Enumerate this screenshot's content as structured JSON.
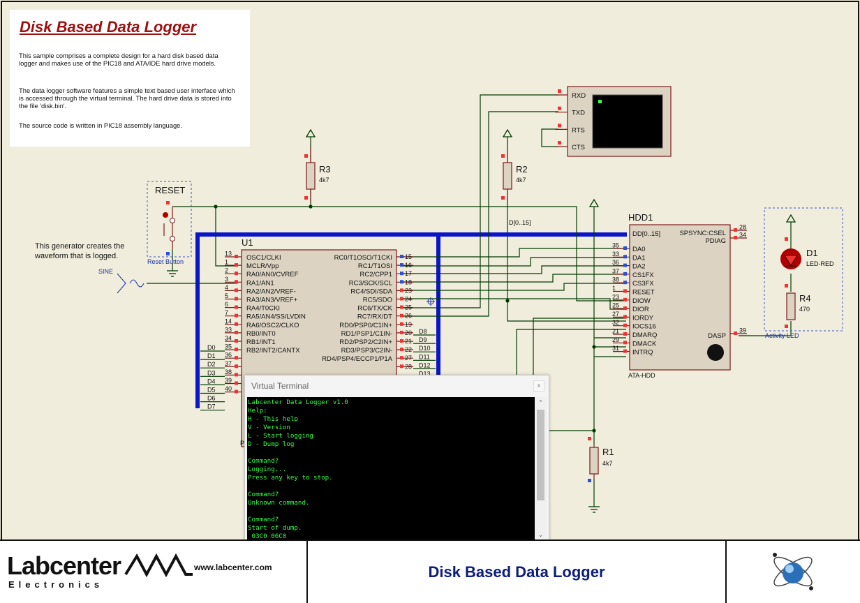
{
  "note": {
    "title": "Disk Based Data Logger",
    "para1": "This sample comprises a complete design for a hard disk based data logger and makes use of the PIC18 and ATA/IDE hard drive models.",
    "para2": "The data logger software features a simple text based user interface which is accessed through the virtual terminal. The hard drive data is stored into the file 'disk.bin'.",
    "para3": "The source code is written in PIC18 assembly language."
  },
  "components": {
    "u1": "U1",
    "hdd1": "HDD1",
    "hdd_type": "ATA-HDD",
    "r1": "R1",
    "r1_val": "4k7",
    "r2": "R2",
    "r2_val": "4k7",
    "r3": "R3",
    "r3_val": "4k7",
    "r4": "R4",
    "r4_val": "470",
    "d1": "D1",
    "d1_val": "LED-RED",
    "reset": "RESET",
    "reset_caption": "Reset Button",
    "activity_caption": "Activity LED",
    "bus_label": "D[0..15]",
    "sine": "SINE",
    "gen_note_1": "This generator creates the",
    "gen_note_2": "waveform that is logged."
  },
  "u1_left_pins": [
    {
      "num": "13",
      "name": "OSC1/CLKI"
    },
    {
      "num": "1",
      "name": "MCLR/Vpp"
    },
    {
      "num": "2",
      "name": "RA0/AN0/CVREF"
    },
    {
      "num": "3",
      "name": "RA1/AN1"
    },
    {
      "num": "4",
      "name": "RA2/AN2/VREF-"
    },
    {
      "num": "5",
      "name": "RA3/AN3/VREF+"
    },
    {
      "num": "6",
      "name": "RA4/T0CKI"
    },
    {
      "num": "7",
      "name": "RA5/AN4/SS/LVDIN"
    },
    {
      "num": "14",
      "name": "RA6/OSC2/CLKO"
    },
    {
      "num": "33",
      "name": "RB0/INT0"
    },
    {
      "num": "34",
      "name": "RB1/INT1"
    },
    {
      "num": "35",
      "name": "RB2/INT2/CANTX"
    },
    {
      "num": "36",
      "name": ""
    },
    {
      "num": "37",
      "name": ""
    },
    {
      "num": "38",
      "name": ""
    },
    {
      "num": "39",
      "name": ""
    },
    {
      "num": "40",
      "name": ""
    }
  ],
  "u1_bus_labels": [
    "D0",
    "D1",
    "D2",
    "D3",
    "D4",
    "D5",
    "D6",
    "D7"
  ],
  "u1_right_pins": [
    {
      "num": "15",
      "name": "RC0/T1OSO/T1CKI"
    },
    {
      "num": "16",
      "name": "RC1/T1OSI"
    },
    {
      "num": "17",
      "name": "RC2/CPP1"
    },
    {
      "num": "18",
      "name": "RC3/SCK/SCL"
    },
    {
      "num": "23",
      "name": "RC4/SDI/SDA"
    },
    {
      "num": "24",
      "name": "RC5/SDO"
    },
    {
      "num": "25",
      "name": "RC6/TX/CK"
    },
    {
      "num": "26",
      "name": "RC7/RX/DT"
    },
    {
      "num": "19",
      "name": "RD0/PSP0/C1IN+"
    },
    {
      "num": "20",
      "name": "RD1/PSP1/C1IN-"
    },
    {
      "num": "21",
      "name": "RD2/PSP2/C2IN+"
    },
    {
      "num": "22",
      "name": "RD3/PSP3/C2IN-"
    },
    {
      "num": "27",
      "name": "RD4/PSP4/ECCP1/P1A"
    },
    {
      "num": "28",
      "name": ""
    }
  ],
  "u1_right_bus": [
    "D8",
    "D9",
    "D10",
    "D11",
    "D12",
    "D13"
  ],
  "u1_bottom_fragment": "P",
  "terminal_pins": [
    "RXD",
    "TXD",
    "RTS",
    "CTS"
  ],
  "hdd_left_pins": [
    {
      "num": "",
      "name": "DD[0..15]"
    },
    {
      "num": "35",
      "name": "DA0"
    },
    {
      "num": "33",
      "name": "DA1"
    },
    {
      "num": "36",
      "name": "DA2"
    },
    {
      "num": "37",
      "name": "CS1FX"
    },
    {
      "num": "38",
      "name": "CS3FX"
    },
    {
      "num": "1",
      "name": "RESET"
    },
    {
      "num": "23",
      "name": "DIOW"
    },
    {
      "num": "25",
      "name": "DIOR"
    },
    {
      "num": "27",
      "name": "IORDY"
    },
    {
      "num": "32",
      "name": "IOCS16"
    },
    {
      "num": "21",
      "name": "DMARQ"
    },
    {
      "num": "29",
      "name": "DMACK"
    },
    {
      "num": "31",
      "name": "INTRQ"
    }
  ],
  "hdd_right_pins": [
    {
      "num": "28",
      "name": "SPSYNC:CSEL"
    },
    {
      "num": "34",
      "name": "PDIAG"
    },
    {
      "num": "39",
      "name": "DASP"
    }
  ],
  "vt": {
    "title": "Virtual Terminal",
    "close": "x",
    "lines": [
      "Labcenter Data Logger v1.0",
      "Help:",
      "H - This help",
      "V - Version",
      "L - Start logging",
      "D - Dump log",
      "",
      "Command?",
      "Logging...",
      "Press any key to stop.",
      "",
      "Command?",
      "Unknown command.",
      "",
      "Command?",
      "Start of dump.",
      " 03C0 06C0"
    ]
  },
  "footer": {
    "logo": "Labcenter",
    "logo_sub": "Electronics",
    "url": "www.labcenter.com",
    "title": "Disk Based Data Logger"
  },
  "colors": {
    "wire": "#003a00",
    "bus": "#0a14c8",
    "note_title": "#9c1010",
    "footer_title": "#0c1d7a",
    "terminal_text": "#39ff4a"
  }
}
